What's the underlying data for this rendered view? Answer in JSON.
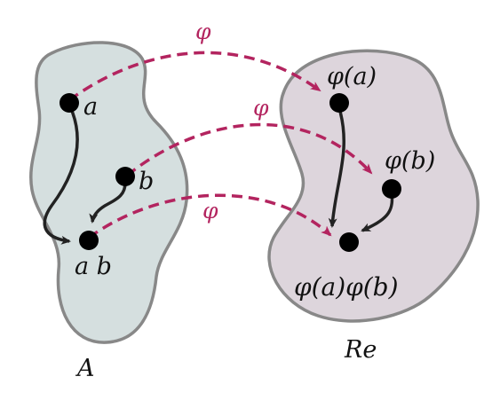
{
  "labels": {
    "set_a": "A",
    "set_re": "Re",
    "point_a": "a",
    "point_b": "b",
    "point_ab": "a b",
    "phi_a": "φ(a)",
    "phi_b": "φ(b)",
    "phi_ab": "φ(a)φ(b)",
    "map_top": "φ",
    "map_middle": "φ",
    "map_bottom": "φ"
  },
  "colors": {
    "set_a_fill": "#d5dfdf",
    "set_re_fill": "#ddd5dc",
    "outline": "#888888",
    "map_arrow": "#b3245f",
    "point": "#000000",
    "inner_arrow": "#222222"
  }
}
